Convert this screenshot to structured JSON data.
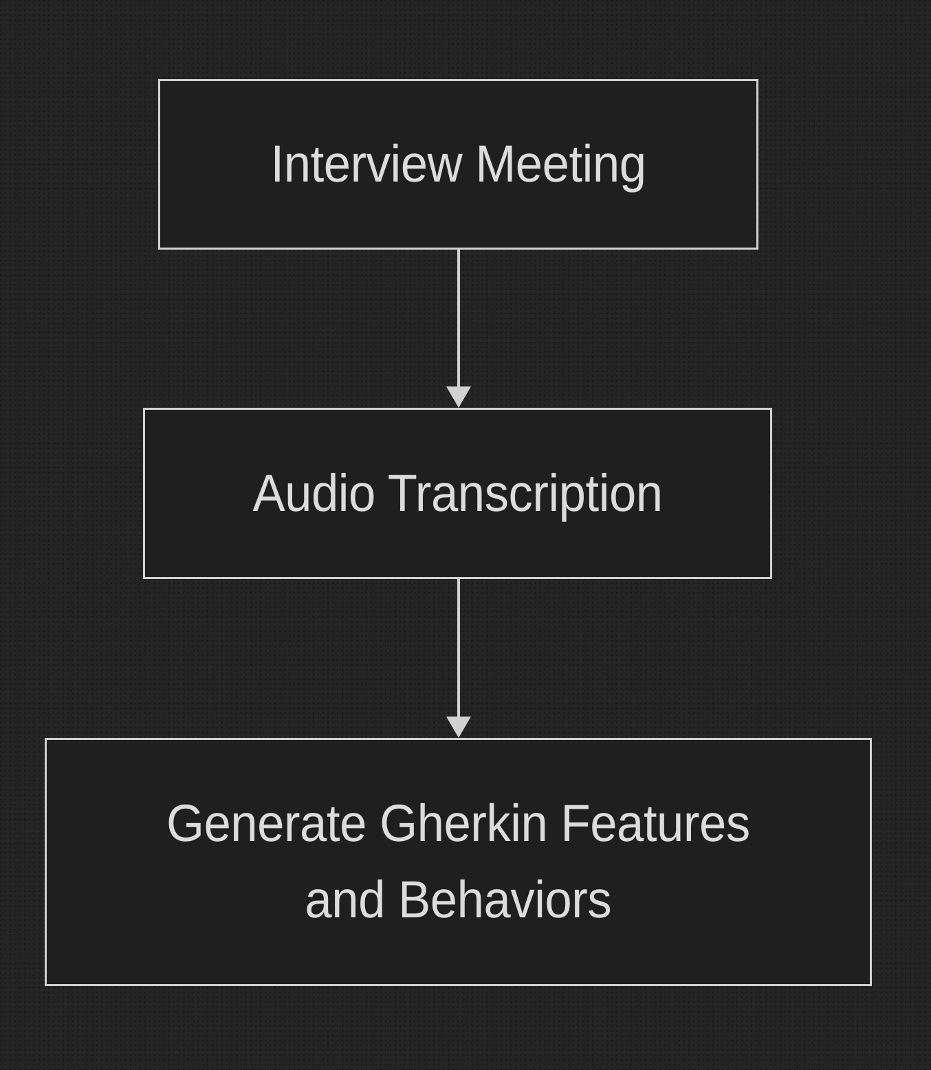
{
  "diagram": {
    "type": "flowchart",
    "orientation": "top-to-bottom",
    "background_color": "#252525",
    "node_fill_color": "#1f1f1f",
    "border_color": "#d2d2d2",
    "text_color": "#dcdcdc",
    "nodes": [
      {
        "id": "interview-meeting",
        "label": "Interview Meeting"
      },
      {
        "id": "audio-transcription",
        "label": "Audio Transcription"
      },
      {
        "id": "generate-gherkin",
        "label": "Generate Gherkin Features\nand Behaviors"
      }
    ],
    "edges": [
      {
        "from": "interview-meeting",
        "to": "audio-transcription",
        "label": "",
        "arrowhead": "filled-triangle"
      },
      {
        "from": "audio-transcription",
        "to": "generate-gherkin",
        "label": "",
        "arrowhead": "filled-triangle"
      }
    ]
  }
}
